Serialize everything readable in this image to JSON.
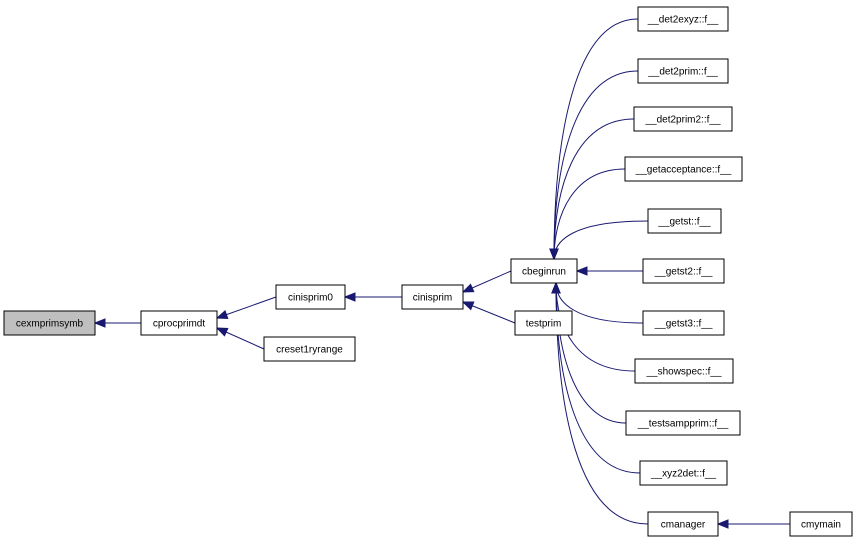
{
  "colors": {
    "edge": "#191970",
    "root_fill": "#bfbfbf",
    "node_fill": "#ffffff",
    "node_border": "#000000"
  },
  "nodes": [
    {
      "id": "cexmprimsymb",
      "label": "cexmprimsymb"
    },
    {
      "id": "cprocprimdt",
      "label": "cprocprimdt"
    },
    {
      "id": "cinisprim0",
      "label": "cinisprim0"
    },
    {
      "id": "creset1ryrange",
      "label": "creset1ryrange"
    },
    {
      "id": "cinisprim",
      "label": "cinisprim"
    },
    {
      "id": "cbeginrun",
      "label": "cbeginrun"
    },
    {
      "id": "testprim",
      "label": "testprim"
    },
    {
      "id": "det2exyz",
      "label": "__det2exyz::f__"
    },
    {
      "id": "det2prim",
      "label": "__det2prim::f__"
    },
    {
      "id": "det2prim2",
      "label": "__det2prim2::f__"
    },
    {
      "id": "getacceptance",
      "label": "__getacceptance::f__"
    },
    {
      "id": "getst",
      "label": "__getst::f__"
    },
    {
      "id": "getst2",
      "label": "__getst2::f__"
    },
    {
      "id": "getst3",
      "label": "__getst3::f__"
    },
    {
      "id": "showspec",
      "label": "__showspec::f__"
    },
    {
      "id": "testsampprim",
      "label": "__testsampprim::f__"
    },
    {
      "id": "xyz2det",
      "label": "__xyz2det::f__"
    },
    {
      "id": "cmanager",
      "label": "cmanager"
    },
    {
      "id": "cmymain",
      "label": "cmymain"
    }
  ],
  "edges": [
    {
      "from": "cprocprimdt",
      "to": "cexmprimsymb"
    },
    {
      "from": "cinisprim0",
      "to": "cprocprimdt"
    },
    {
      "from": "creset1ryrange",
      "to": "cprocprimdt"
    },
    {
      "from": "cinisprim",
      "to": "cinisprim0"
    },
    {
      "from": "cbeginrun",
      "to": "cinisprim"
    },
    {
      "from": "testprim",
      "to": "cinisprim"
    },
    {
      "from": "det2exyz",
      "to": "cbeginrun"
    },
    {
      "from": "det2prim",
      "to": "cbeginrun"
    },
    {
      "from": "det2prim2",
      "to": "cbeginrun"
    },
    {
      "from": "getacceptance",
      "to": "cbeginrun"
    },
    {
      "from": "getst",
      "to": "cbeginrun"
    },
    {
      "from": "getst2",
      "to": "cbeginrun"
    },
    {
      "from": "getst3",
      "to": "cbeginrun"
    },
    {
      "from": "showspec",
      "to": "cbeginrun"
    },
    {
      "from": "testsampprim",
      "to": "cbeginrun"
    },
    {
      "from": "xyz2det",
      "to": "cbeginrun"
    },
    {
      "from": "cmanager",
      "to": "cbeginrun"
    },
    {
      "from": "cmymain",
      "to": "cmanager"
    }
  ]
}
